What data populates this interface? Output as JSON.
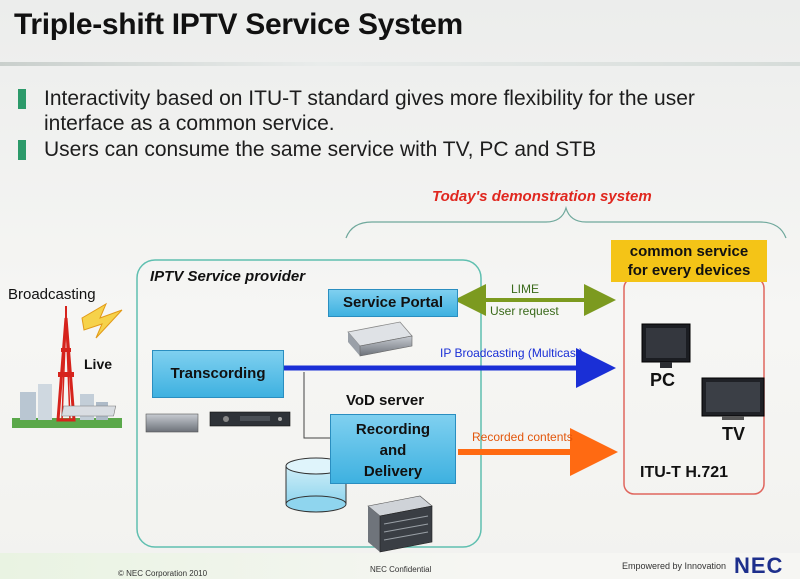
{
  "title": "Triple-shift IPTV Service System",
  "bullets": [
    "Interactivity based on ITU-T standard gives more flexibility for the  user interface as a common service.",
    "Users can consume the same service with TV, PC and STB"
  ],
  "demo_label": "Today's demonstration system",
  "provider_label": "IPTV Service provider",
  "broadcasting_label": "Broadcasting",
  "live_label": "Live",
  "boxes": {
    "service_portal": "Service Portal",
    "transcording": "Transcording",
    "recording_line1": "Recording",
    "recording_line2": "and",
    "recording_line3": "Delivery"
  },
  "vod_label": "VoD server",
  "common_service": [
    "common service",
    "for every devices"
  ],
  "links": {
    "lime": "LIME",
    "user_request": "User request",
    "ip_broadcasting": "IP Broadcasting  (Multicast)",
    "recorded": "Recorded contents"
  },
  "devices": {
    "pc": "PC",
    "tv": "TV"
  },
  "standard": "ITU-T H.721",
  "footer": {
    "left": "© NEC Corporation 2010",
    "center": "NEC Confidential",
    "tagline": "Empowered by Innovation",
    "logo": "NEC"
  },
  "colors": {
    "bullet_mark": "#2c9a6a",
    "demo_label": "#e0271f",
    "provider_border": "#5fbfb0",
    "demo_border": "#e0665e",
    "lime_arrow": "#7c9a1f",
    "ip_arrow": "#1a2fd6",
    "recorded_arrow": "#ff6a12",
    "box_fill": "#5cc1e8",
    "common_fill": "#f4c417",
    "logo": "#1d2f8c"
  }
}
